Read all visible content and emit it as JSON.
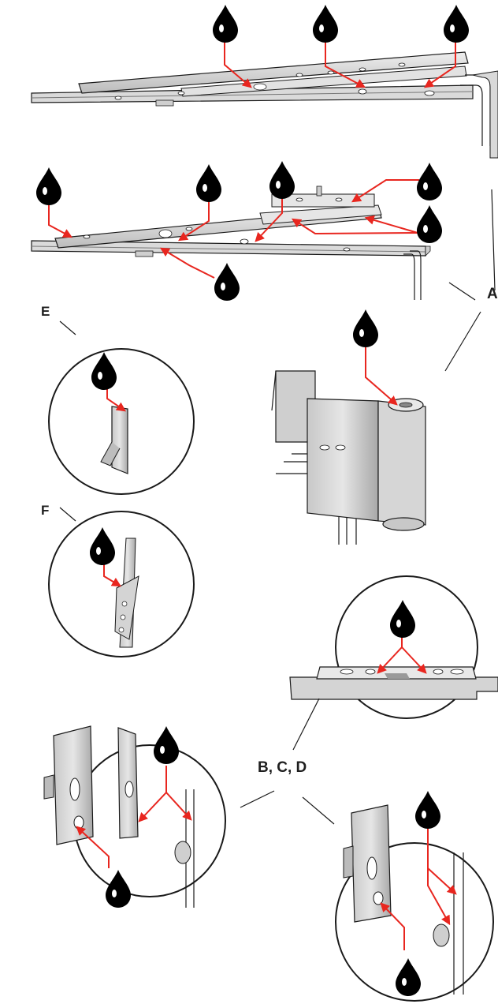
{
  "labels": {
    "a": "A",
    "bcd": "B, C, D",
    "e": "E",
    "f": "F"
  },
  "colors": {
    "arrow": "#e8261f",
    "drop": "#000000",
    "metal": "#d3d3d3",
    "metal_dark": "#8c8c8c",
    "outline": "#1a1a1a",
    "background": "#ffffff"
  },
  "icons": {
    "lubrication_point": "oil-drop-icon"
  }
}
